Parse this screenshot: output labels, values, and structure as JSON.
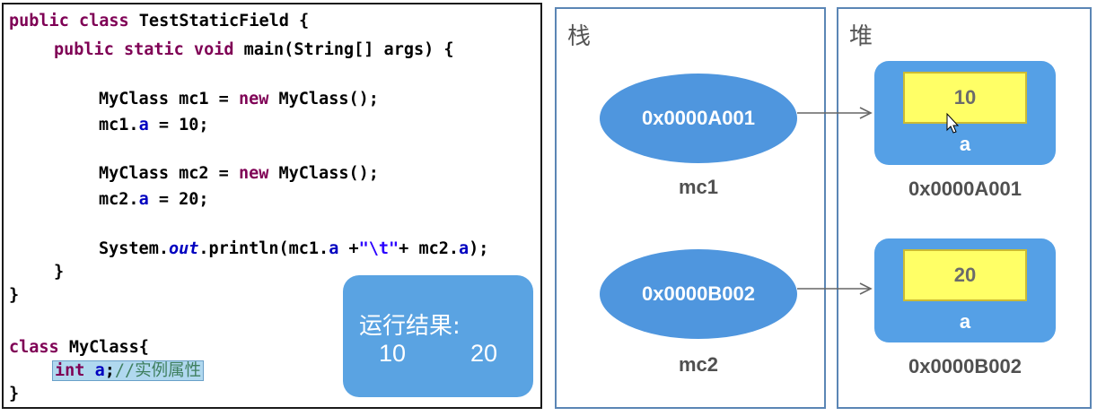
{
  "code": {
    "line1": {
      "kw": "public class ",
      "rest": "TestStaticField {"
    },
    "line2": {
      "kw": "public static void ",
      "rest": "main(String[] args) {"
    },
    "line3": {
      "cls": "MyClass mc1 = ",
      "kw": "new ",
      "rest": "MyClass();"
    },
    "line4": {
      "obj": "mc1.",
      "fld": "a",
      "rest": " = 10;"
    },
    "line5": {
      "cls": "MyClass mc2 = ",
      "kw": "new ",
      "rest": "MyClass();"
    },
    "line6": {
      "obj": "mc2.",
      "fld": "a",
      "rest": " = 20;"
    },
    "line7": {
      "p1": "System.",
      "out": "out",
      "p2": ".println(mc1.",
      "fld1": "a",
      "p3": " +",
      "str": "\"\\t\"",
      "p4": "+ mc2.",
      "fld2": "a",
      "p5": ");"
    },
    "close_inner": "}",
    "close_outer": "}",
    "line10": {
      "kw": "class ",
      "rest": "MyClass{"
    },
    "line11": {
      "kw": "int ",
      "fld": "a",
      "semi": ";",
      "cmt": "//实例属性"
    },
    "close_class": "}"
  },
  "result": {
    "title": "运行结果:",
    "value1": "10",
    "value2": "20"
  },
  "stack": {
    "title": "栈",
    "vars": [
      {
        "address": "0x0000A001",
        "name": "mc1"
      },
      {
        "address": "0x0000B002",
        "name": "mc2"
      }
    ]
  },
  "heap": {
    "title": "堆",
    "objects": [
      {
        "value": "10",
        "field": "a",
        "address": "0x0000A001"
      },
      {
        "value": "20",
        "field": "a",
        "address": "0x0000B002"
      }
    ]
  },
  "colors": {
    "panel_border": "#5b86b5",
    "ellipse_fill": "#4f96de",
    "heap_fill": "#55a0e6",
    "field_fill": "#ffff66",
    "keyword": "#7f0055",
    "field": "#0000c0"
  }
}
